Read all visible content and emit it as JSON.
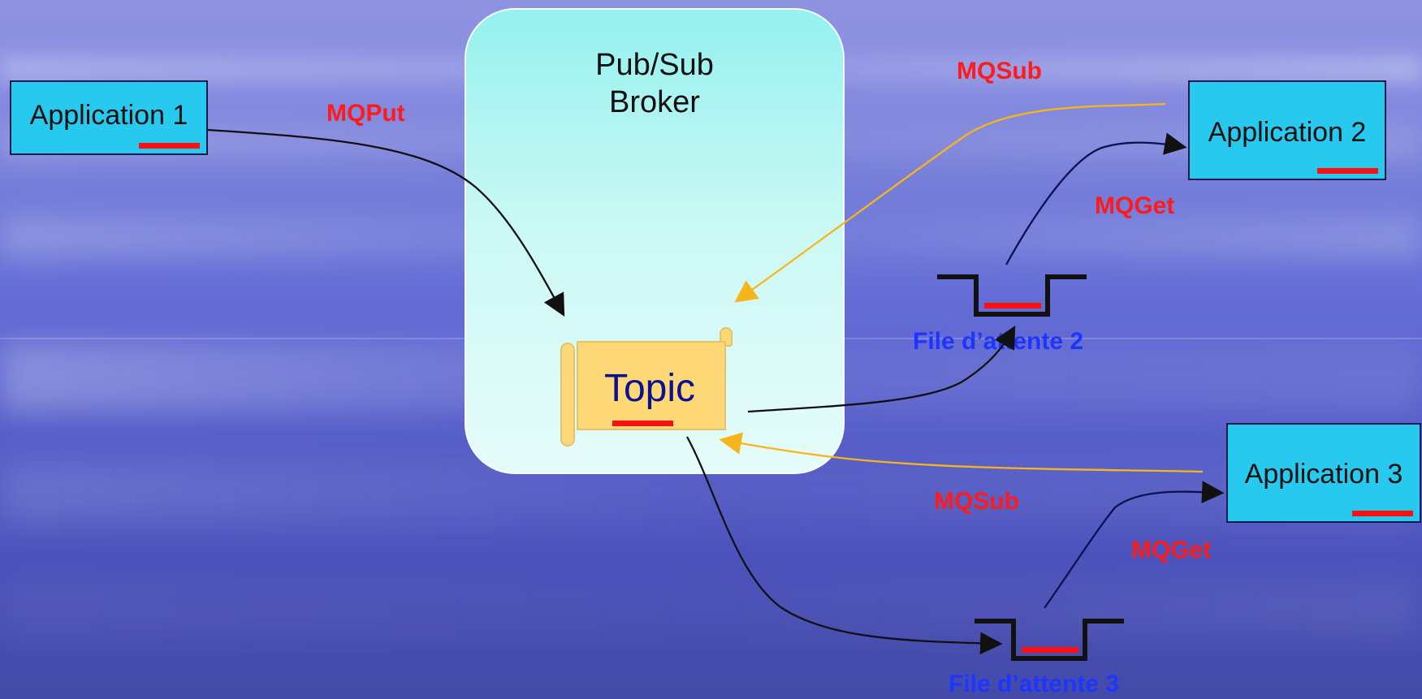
{
  "broker": {
    "title": "Pub/Sub\nBroker"
  },
  "topic": {
    "label": "Topic"
  },
  "applications": {
    "app1": "Application 1",
    "app2": "Application 2",
    "app3": "Application 3"
  },
  "labels": {
    "mqput": "MQPut",
    "mqsub_top": "MQSub",
    "mqget_top": "MQGet",
    "mqsub_bottom": "MQSub",
    "mqget_bottom": "MQGet",
    "queue2": "File d’attente 2",
    "queue3": "File d’attente 3"
  },
  "colors": {
    "accent_red": "#ff1b1b",
    "queue_blue": "#1d35ff",
    "app_fill": "#28c9ef",
    "topic_fill": "#ffd977",
    "arrow_black": "#111111",
    "arrow_yellow": "#f7b51c"
  }
}
